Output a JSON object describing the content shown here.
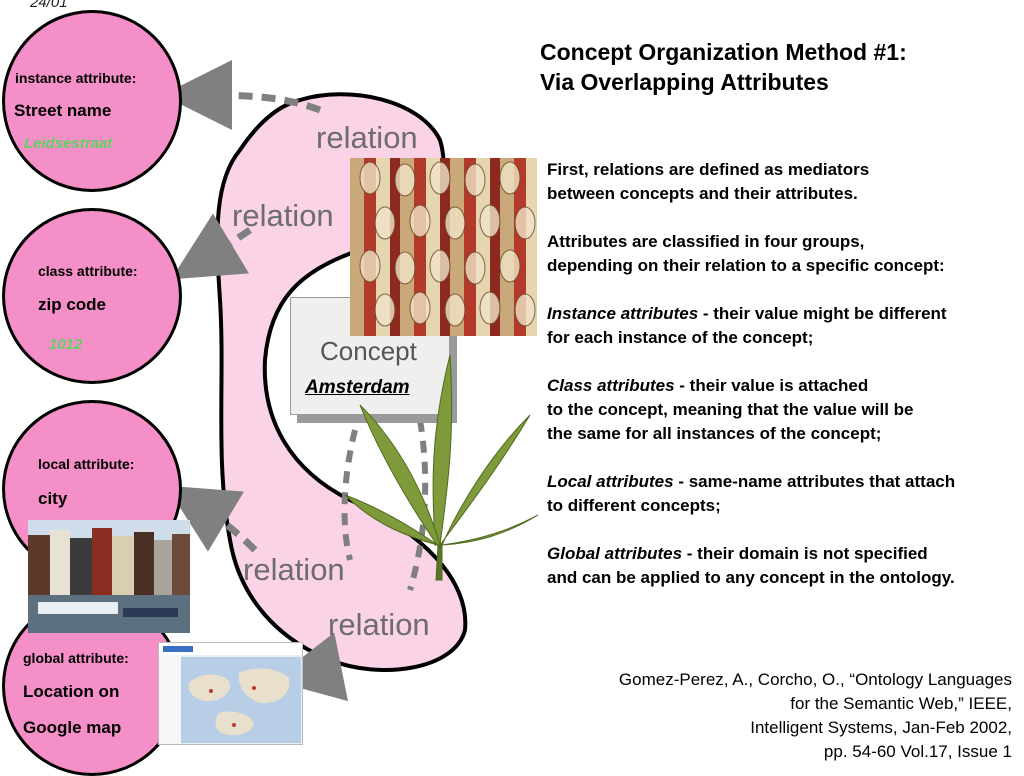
{
  "slide": {
    "date_fragment": "24/01",
    "title_line1": "Concept Organization Method #1:",
    "title_line2": "Via Overlapping Attributes"
  },
  "attributes": [
    {
      "label": "instance attribute:",
      "name": "Street name",
      "value": "Leidsestraat"
    },
    {
      "label": "class attribute:",
      "name": "zip code",
      "value": "1012"
    },
    {
      "label": "local attribute:",
      "name": "city",
      "value": ""
    },
    {
      "label": "global attribute:",
      "name_line1": "Location on",
      "name_line2": "Google map",
      "value": ""
    }
  ],
  "relations": [
    "relation",
    "relation",
    "relation",
    "relation"
  ],
  "concept": {
    "word": "Concept",
    "instance": "Amsterdam"
  },
  "body": {
    "p1_line1": "First, relations are defined as mediators",
    "p1_line2": "between concepts and their attributes.",
    "p2_line1": "Attributes are classified in four groups,",
    "p2_line2": "depending on their relation to a specific concept:",
    "instance_term": "Instance attributes",
    "instance_rest1": " - their value might be different",
    "instance_rest2": "for each instance of the concept;",
    "class_term": "Class attributes",
    "class_rest1": " - their value is attached",
    "class_rest2": "to the concept, meaning that the value will be",
    "class_rest3": "the same for all instances of the concept;",
    "local_term": "Local attributes",
    "local_rest1": " - same-name attributes that attach",
    "local_rest2": "to different concepts;",
    "global_term": "Global attributes",
    "global_rest1": " - their domain is not specified",
    "global_rest2": "and can be applied to any concept in the ontology."
  },
  "citation": {
    "line1": "Gomez-Perez, A., Corcho, O., “Ontology Languages",
    "line2": "for the Semantic Web,” IEEE,",
    "line3": "Intelligent Systems, Jan-Feb 2002,",
    "line4": "pp. 54-60 Vol.17, Issue 1"
  },
  "colors": {
    "circle_fill": "#f48fc8",
    "blob_fill": "#fbd3e6",
    "arrow_gray": "#808080",
    "value_green": "#5fd35f"
  },
  "images": {
    "clogs": "wooden-clogs-photo",
    "leaf": "cannabis-leaf-image",
    "canal_houses": "amsterdam-canal-houses-photo",
    "map": "google-map-screenshot"
  }
}
